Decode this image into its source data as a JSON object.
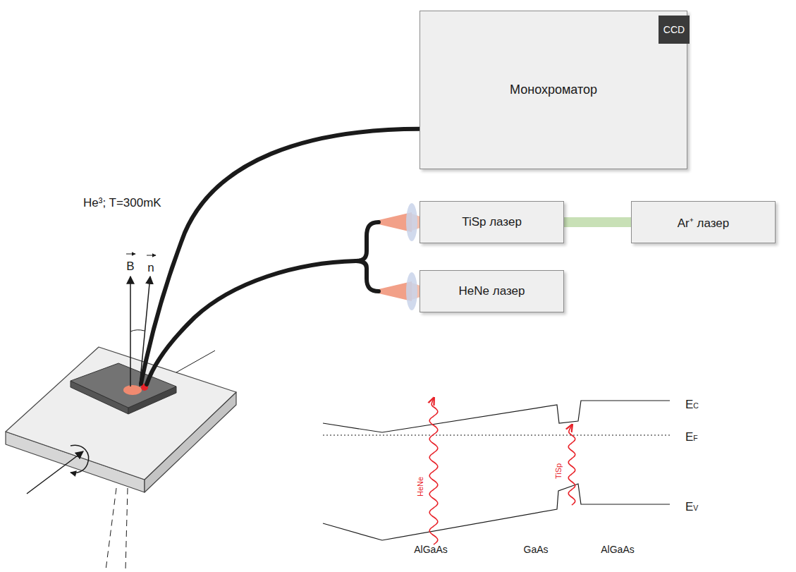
{
  "diagram": {
    "nodes": [
      {
        "text": [
          "Монохроматор"
        ]
      },
      {
        "text": [
          "CCD"
        ],
        "in": 0
      },
      {
        "text": [
          "TiSp лазер"
        ]
      },
      {
        "text": [
          "Ar⁺ лазер"
        ]
      },
      {
        "text": [
          "HeNe лазер"
        ]
      }
    ],
    "edges": [
      {
        "from": 2,
        "to": 3,
        "arrow": "none"
      }
    ],
    "labels": [
      "He³; T=300mK",
      "B",
      "n",
      "EC",
      "EF",
      "EV",
      "HeNe",
      "TiSp",
      "AlGaAs",
      "GaAs",
      "AlGaAs"
    ]
  }
}
